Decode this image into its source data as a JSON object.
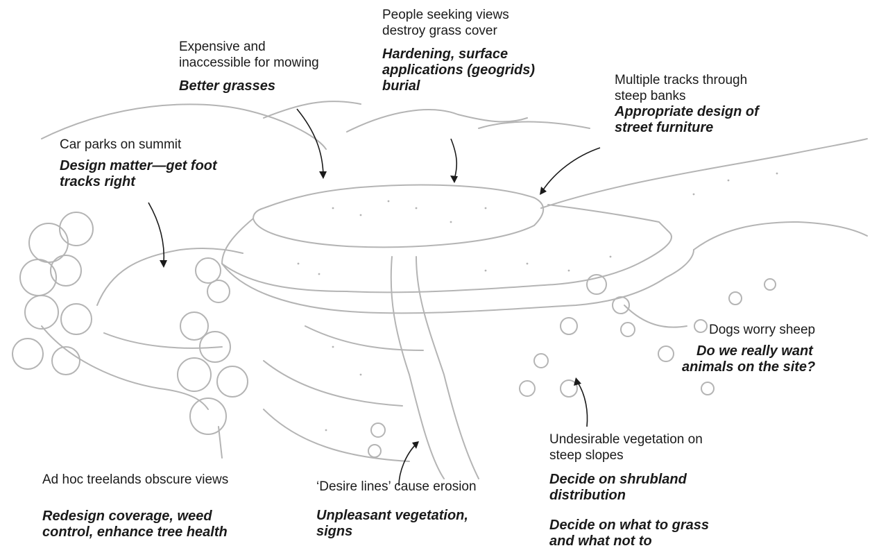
{
  "annotations": [
    {
      "id": "views",
      "problem": [
        "People seeking views",
        "destroy grass cover"
      ],
      "solution": [
        "Hardening, surface",
        "applications (geogrids)",
        "burial"
      ]
    },
    {
      "id": "mowing",
      "problem": [
        "Expensive and",
        "inaccessible for mowing"
      ],
      "solution": [
        "Better grasses"
      ]
    },
    {
      "id": "tracks",
      "problem": [
        "Multiple tracks through",
        "steep banks"
      ],
      "solution": [
        "Appropriate design of",
        "street furniture"
      ]
    },
    {
      "id": "carparks",
      "problem": [
        "Car parks on summit"
      ],
      "solution": [
        "Design matter—get foot",
        "tracks right"
      ]
    },
    {
      "id": "dogs",
      "problem": [
        "Dogs worry sheep"
      ],
      "solution": [
        "Do we really want",
        "animals on the site?"
      ]
    },
    {
      "id": "vegetation",
      "problem": [
        "Undesirable vegetation on",
        "steep slopes"
      ],
      "solution": [
        "Decide on shrubland",
        "distribution",
        "",
        "Decide on what to grass",
        "and what not to"
      ]
    },
    {
      "id": "treelands",
      "problem": [
        "Ad hoc treelands obscure views"
      ],
      "solution": [
        "Redesign coverage, weed",
        "control, enhance tree health"
      ]
    },
    {
      "id": "desire",
      "problem": [
        "‘Desire lines’ cause erosion"
      ],
      "solution": [
        "Unpleasant vegetation,",
        "signs"
      ]
    }
  ],
  "colors": {
    "sketch": "#b4b4b4",
    "text": "#1a1a1a",
    "arrow": "#1a1a1a"
  }
}
